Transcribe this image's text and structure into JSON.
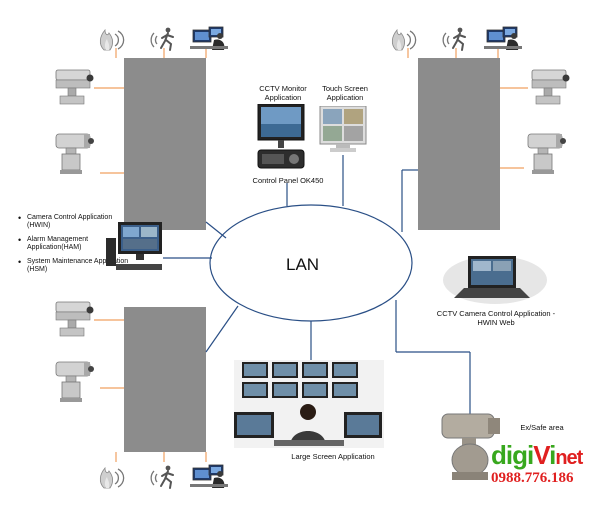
{
  "diagram": {
    "hub_label": "LAN",
    "labels": {
      "cctv_monitor": "CCTV Monitor Application",
      "touch_screen": "Touch Screen Application",
      "control_panel": "Control Panel OK450",
      "camera_control": "Camera Control Application (HWIN)",
      "alarm_management": "Alarm Management Application(HAM)",
      "system_maintenance": "System Maintenance Application (HSM)",
      "cctv_camera_control_web": "CCTV Camera Control Application - HWIN Web",
      "large_screen": "Large Screen Application",
      "ex_safe_area": "Ex/Safe area"
    },
    "icons": [
      "fire-icon",
      "motion-sensor-icon",
      "operator-workstation-icon",
      "ptz-camera-icon",
      "box-camera-icon"
    ]
  },
  "watermark": {
    "brand_part1": "digi",
    "brand_part2": "V",
    "brand_part3": "i",
    "brand_part4": "net",
    "phone": "0988.776.186",
    "color_green": "#38a81e",
    "color_red": "#e02020"
  },
  "colors": {
    "box": "#8c8c8c",
    "link_blue": "#2a4f86",
    "link_orange": "#f0a060"
  }
}
